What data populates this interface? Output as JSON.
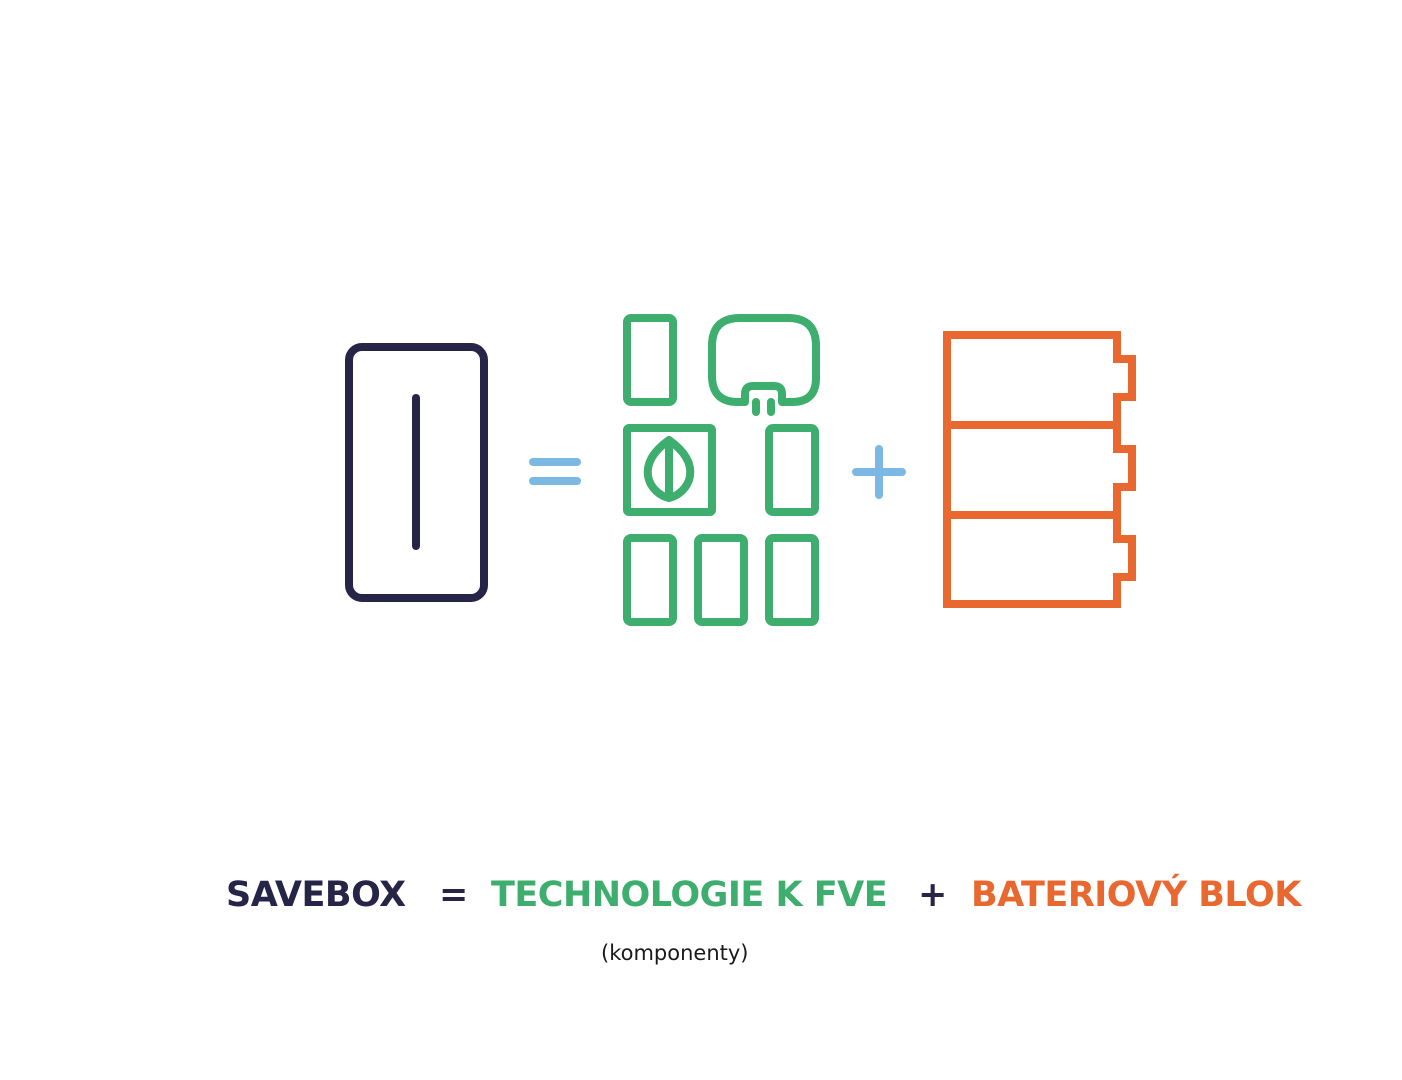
{
  "colors": {
    "savebox": "#262447",
    "technology": "#3dae6e",
    "battery": "#e9682f",
    "operator": "#7bb9e4",
    "background": "#ffffff"
  },
  "icons": {
    "savebox": "savebox-cabinet-icon",
    "technology": "components-grid-icon",
    "battery": "battery-stack-icon",
    "equals": "equals-icon",
    "plus": "plus-icon"
  },
  "labels": {
    "savebox": "SAVEBOX",
    "equals": "=",
    "technology": "TECHNOLOGIE K FVE",
    "plus": "+",
    "battery": "BATERIOVÝ BLOK",
    "technology_note": "(komponenty)"
  }
}
